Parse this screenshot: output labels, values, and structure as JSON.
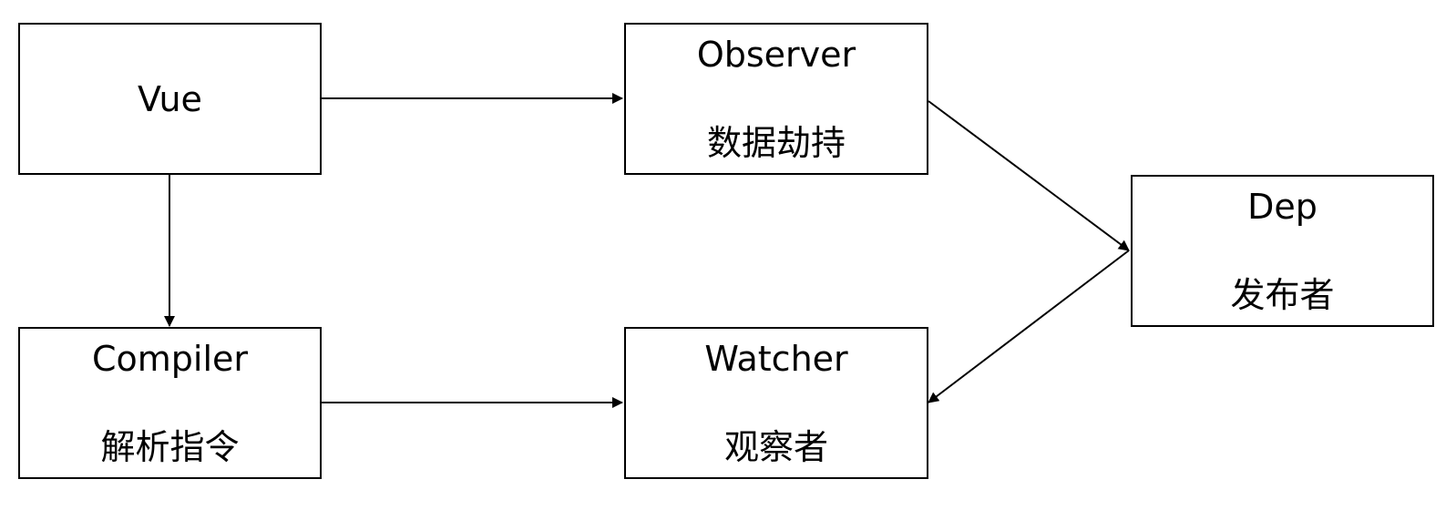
{
  "diagram": {
    "nodes": {
      "vue": {
        "title": "Vue"
      },
      "observer": {
        "title": "Observer",
        "subtitle": "数据劫持"
      },
      "compiler": {
        "title": "Compiler",
        "subtitle": "解析指令"
      },
      "watcher": {
        "title": "Watcher",
        "subtitle": "观察者"
      },
      "dep": {
        "title": "Dep",
        "subtitle": "发布者"
      }
    },
    "edges": [
      {
        "from": "Vue",
        "to": "Observer"
      },
      {
        "from": "Vue",
        "to": "Compiler"
      },
      {
        "from": "Compiler",
        "to": "Watcher"
      },
      {
        "from": "Observer",
        "to": "Dep"
      },
      {
        "from": "Dep",
        "to": "Watcher"
      }
    ]
  }
}
